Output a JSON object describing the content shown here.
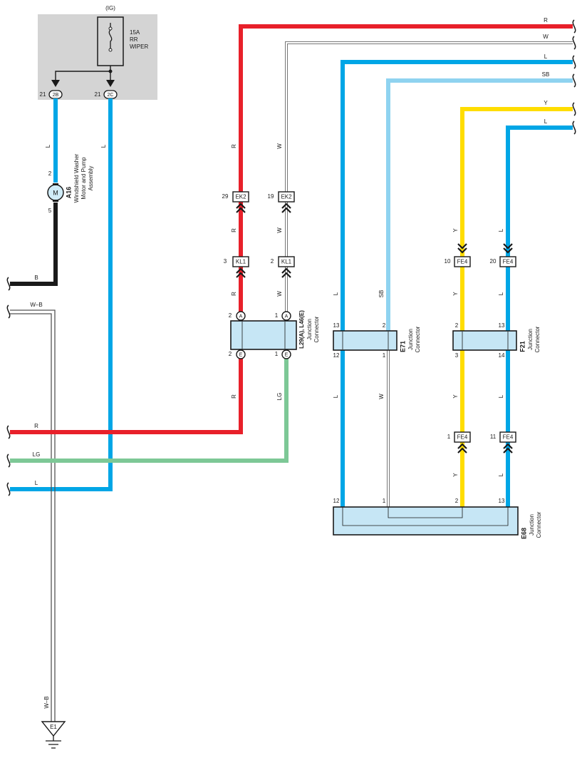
{
  "colors": {
    "R": "#e8202a",
    "W": "#ffffff",
    "L": "#00a6e6",
    "SB": "#8fd3f0",
    "Y": "#ffdd00",
    "B": "#1a1a1a",
    "LG": "#7dc896",
    "outline": "#1a1a1a",
    "fuse_box": "#d4d4d4",
    "junction_fill": "#c6e6f5"
  },
  "labels": {
    "ig": "(IG)",
    "fuse_amp": "15A",
    "fuse_name_1": "RR",
    "fuse_name_2": "WIPER",
    "pin_21_a": "21",
    "conn_2B": "2B",
    "pin_21_b": "21",
    "conn_2C": "2C",
    "wire_L_left": "L",
    "wire_L_2c": "L",
    "motor_pin_2": "2",
    "motor_pin_5": "5",
    "motor_symbol": "M",
    "a16_code": "A16",
    "a16_name_1": "Windshield Washer",
    "a16_name_2": "Motor and Pump",
    "a16_name_3": "Assembly",
    "left_B": "B",
    "left_WB": "W–B",
    "left_R": "R",
    "left_LG": "LG",
    "left_L": "L",
    "ground_WB": "W–B",
    "ground_code": "E1",
    "right_R": "R",
    "right_W": "W",
    "right_L1": "L",
    "right_SB": "SB",
    "right_Y": "Y",
    "right_L2": "L",
    "wR_1": "R",
    "wW_1": "W",
    "pin_29": "29",
    "ek2_a": "EK2",
    "pin_19": "19",
    "ek2_b": "EK2",
    "wR_2": "R",
    "wW_2": "W",
    "pin_3": "3",
    "kl1_a": "KL1",
    "pin_2_kl": "2",
    "kl1_b": "KL1",
    "wR_3": "R",
    "wW_3": "W",
    "pin_2_a": "2",
    "circ_A1": "A",
    "pin_1_a": "1",
    "circ_A2": "A",
    "pin_2_e": "2",
    "circ_E1": "E",
    "pin_1_e": "1",
    "circ_E2": "E",
    "l29_code": "L29(A), L46(E)",
    "l29_name_1": "Junction",
    "l29_name_2": "Connector",
    "wR_4": "R",
    "wLG": "LG",
    "wL_1": "L",
    "wSB": "SB",
    "e71_p13": "13",
    "e71_p2": "2",
    "e71_p12": "12",
    "e71_p1": "1",
    "e71_code": "E71",
    "e71_name_1": "Junction",
    "e71_name_2": "Connector",
    "wL_2": "L",
    "wW_4": "W",
    "wY_1": "Y",
    "wL_3": "L",
    "pin_10": "10",
    "fe4_a": "FE4",
    "pin_20": "20",
    "fe4_b": "FE4",
    "wY_2": "Y",
    "wL_4": "L",
    "f21_p2": "2",
    "f21_p13": "13",
    "f21_p3": "3",
    "f21_p14": "14",
    "f21_code": "F21",
    "f21_name_1": "Junction",
    "f21_name_2": "Connector",
    "wY_3": "Y",
    "wL_5": "L",
    "pin_1_fe": "1",
    "fe4_c": "FE4",
    "pin_11": "11",
    "fe4_d": "FE4",
    "wY_4": "Y",
    "wL_6": "L",
    "e68_p12": "12",
    "e68_p1": "1",
    "e68_p2": "2",
    "e68_p13": "13",
    "e68_code": "E68",
    "e68_name_1": "Junction",
    "e68_name_2": "Connector"
  }
}
